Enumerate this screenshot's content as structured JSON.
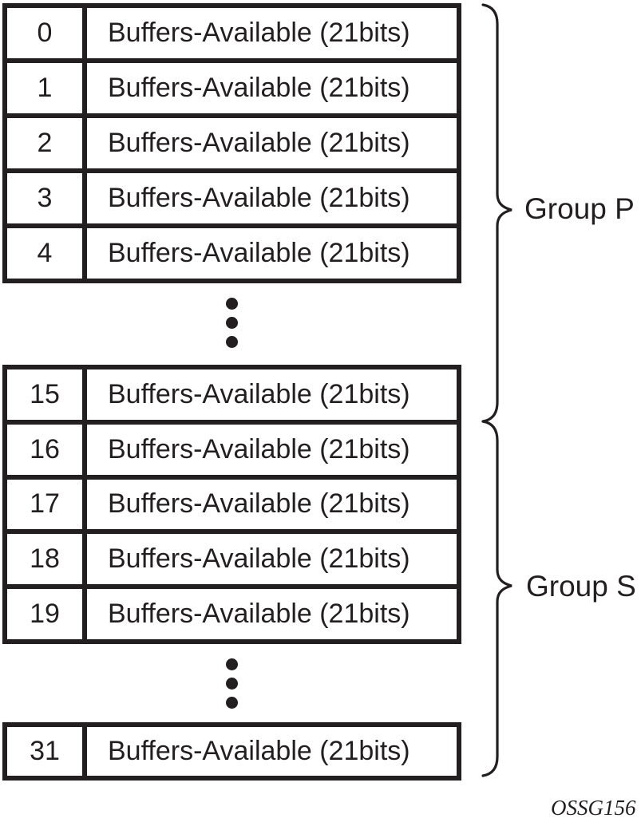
{
  "colors": {
    "line": "#231f20",
    "background": "#ffffff"
  },
  "table": {
    "entry_label": "Buffers-Available (21bits)",
    "blocks": [
      {
        "name": "rows-0-4",
        "rows": [
          {
            "index": "0",
            "label": "Buffers-Available (21bits)"
          },
          {
            "index": "1",
            "label": "Buffers-Available (21bits)"
          },
          {
            "index": "2",
            "label": "Buffers-Available (21bits)"
          },
          {
            "index": "3",
            "label": "Buffers-Available (21bits)"
          },
          {
            "index": "4",
            "label": "Buffers-Available (21bits)"
          }
        ]
      },
      {
        "name": "rows-15-19",
        "rows": [
          {
            "index": "15",
            "label": "Buffers-Available (21bits)"
          },
          {
            "index": "16",
            "label": "Buffers-Available (21bits)"
          },
          {
            "index": "17",
            "label": "Buffers-Available (21bits)"
          },
          {
            "index": "18",
            "label": "Buffers-Available (21bits)"
          },
          {
            "index": "19",
            "label": "Buffers-Available (21bits)"
          }
        ]
      },
      {
        "name": "row-31",
        "rows": [
          {
            "index": "31",
            "label": "Buffers-Available (21bits)"
          }
        ]
      }
    ]
  },
  "groups": [
    {
      "label": "Group P"
    },
    {
      "label": "Group S"
    }
  ],
  "figure_code": "OSSG156"
}
